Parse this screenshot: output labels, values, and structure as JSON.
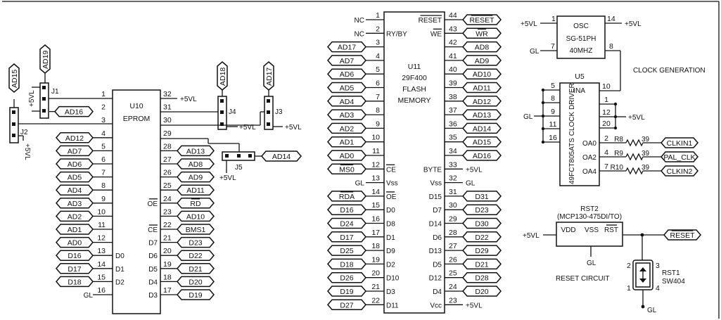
{
  "u10": {
    "ref": "U10",
    "name": "EPROM",
    "left_pins": [
      {
        "num": "1",
        "label": ""
      },
      {
        "num": "2",
        "label": "",
        "net": "AD16"
      },
      {
        "num": "3",
        "label": ""
      },
      {
        "num": "4",
        "label": "",
        "net": "AD12"
      },
      {
        "num": "5",
        "label": "",
        "net": "AD7"
      },
      {
        "num": "6",
        "label": "",
        "net": "AD6"
      },
      {
        "num": "7",
        "label": "",
        "net": "AD5"
      },
      {
        "num": "8",
        "label": "",
        "net": "AD4"
      },
      {
        "num": "9",
        "label": "",
        "net": "AD3"
      },
      {
        "num": "10",
        "label": "",
        "net": "AD2"
      },
      {
        "num": "11",
        "label": "",
        "net": "AD1"
      },
      {
        "num": "12",
        "label": "",
        "net": "AD0"
      },
      {
        "num": "13",
        "label": "D0",
        "net": "D16"
      },
      {
        "num": "14",
        "label": "D1",
        "net": "D17"
      },
      {
        "num": "15",
        "label": "D2",
        "net": "D18"
      },
      {
        "num": "16",
        "label": "",
        "net": "GL"
      }
    ],
    "right_pins": [
      {
        "num": "32",
        "label": "",
        "net": "+5VL"
      },
      {
        "num": "31",
        "label": ""
      },
      {
        "num": "30",
        "label": ""
      },
      {
        "num": "29",
        "label": ""
      },
      {
        "num": "28",
        "label": "",
        "net": "AD13"
      },
      {
        "num": "27",
        "label": "",
        "net": "AD8"
      },
      {
        "num": "26",
        "label": "",
        "net": "AD9"
      },
      {
        "num": "25",
        "label": "",
        "net": "AD11"
      },
      {
        "num": "24",
        "label": "OE",
        "net": "RD",
        "bar": true
      },
      {
        "num": "23",
        "label": "",
        "net": "AD10"
      },
      {
        "num": "22",
        "label": "CE",
        "net": "BMS1",
        "bar": true
      },
      {
        "num": "21",
        "label": "D7",
        "net": "D23"
      },
      {
        "num": "20",
        "label": "D6",
        "net": "D22"
      },
      {
        "num": "19",
        "label": "D5",
        "net": "D21"
      },
      {
        "num": "18",
        "label": "D4",
        "net": "D20"
      },
      {
        "num": "17",
        "label": "D3",
        "net": "D19"
      }
    ]
  },
  "u11": {
    "ref": "U11",
    "part": "29F400",
    "desc1": "FLASH",
    "desc2": "MEMORY",
    "left_pins": [
      {
        "num": "1",
        "label": "",
        "net": "NC"
      },
      {
        "num": "2",
        "label": "RY/BY",
        "net": "NC"
      },
      {
        "num": "3",
        "label": "",
        "net": "AD17"
      },
      {
        "num": "4",
        "label": "",
        "net": "AD7"
      },
      {
        "num": "5",
        "label": "",
        "net": "AD6"
      },
      {
        "num": "6",
        "label": "",
        "net": "AD5"
      },
      {
        "num": "7",
        "label": "",
        "net": "AD4"
      },
      {
        "num": "8",
        "label": "",
        "net": "AD3"
      },
      {
        "num": "9",
        "label": "",
        "net": "AD2"
      },
      {
        "num": "10",
        "label": "",
        "net": "AD1"
      },
      {
        "num": "11",
        "label": "",
        "net": "AD0"
      },
      {
        "num": "12",
        "label": "CE",
        "net": "MS0",
        "bar": true
      },
      {
        "num": "13",
        "label": "Vss",
        "net": "GL"
      },
      {
        "num": "14",
        "label": "OE",
        "net": "RDA",
        "bar": true
      },
      {
        "num": "15",
        "label": "D0",
        "net": "D16"
      },
      {
        "num": "16",
        "label": "D8",
        "net": "D24"
      },
      {
        "num": "17",
        "label": "D1",
        "net": "D17"
      },
      {
        "num": "18",
        "label": "D9",
        "net": "D25"
      },
      {
        "num": "19",
        "label": "D2",
        "net": "D18"
      },
      {
        "num": "20",
        "label": "D10",
        "net": "D26"
      },
      {
        "num": "21",
        "label": "D3",
        "net": "D19"
      },
      {
        "num": "22",
        "label": "D11",
        "net": "D27"
      }
    ],
    "right_pins": [
      {
        "num": "44",
        "label": "RESET",
        "net": "RESET",
        "bar": true
      },
      {
        "num": "43",
        "label": "WE",
        "net": "WR",
        "bar": true
      },
      {
        "num": "42",
        "label": "",
        "net": "AD8"
      },
      {
        "num": "41",
        "label": "",
        "net": "AD9"
      },
      {
        "num": "40",
        "label": "",
        "net": "AD10"
      },
      {
        "num": "39",
        "label": "",
        "net": "AD11"
      },
      {
        "num": "38",
        "label": "",
        "net": "AD12"
      },
      {
        "num": "37",
        "label": "",
        "net": "AD13"
      },
      {
        "num": "36",
        "label": "",
        "net": "AD14"
      },
      {
        "num": "35",
        "label": "",
        "net": "AD15"
      },
      {
        "num": "34",
        "label": "",
        "net": "AD16"
      },
      {
        "num": "33",
        "label": "BYTE",
        "net": "+5VL"
      },
      {
        "num": "32",
        "label": "Vss",
        "net": "GL"
      },
      {
        "num": "31",
        "label": "D15",
        "net": "D31"
      },
      {
        "num": "30",
        "label": "D7",
        "net": "D23"
      },
      {
        "num": "29",
        "label": "D14",
        "net": "D30"
      },
      {
        "num": "28",
        "label": "D6",
        "net": "D22"
      },
      {
        "num": "27",
        "label": "D13",
        "net": "D29"
      },
      {
        "num": "26",
        "label": "D5",
        "net": "D21"
      },
      {
        "num": "25",
        "label": "D12",
        "net": "D28"
      },
      {
        "num": "24",
        "label": "D4",
        "net": "D20"
      },
      {
        "num": "23",
        "label": "Vcc",
        "net": "+5VL"
      }
    ]
  },
  "jumpers": {
    "ad15": "AD15",
    "ad19": "AD19",
    "ad18": "AD18",
    "ad17": "AD17",
    "ad14": "AD14",
    "j1": "J1",
    "j2": "J2",
    "j3": "J3",
    "j4": "J4",
    "j5": "J5",
    "p5vl": "+5VL",
    "p5vl_m": "+5VL"
  },
  "osc": {
    "name": "OSC",
    "part": "SG-51PH",
    "freq": "40MHZ",
    "pin1": "1",
    "pin14": "14",
    "pin7": "7",
    "pin8": "8",
    "net_in": "+5VL",
    "net_out": "+5VL",
    "net_gl": "GL"
  },
  "u5": {
    "ref": "U5",
    "vertical_label": "49FCT805ATS  CLOCK DRIVER",
    "ina": "INA",
    "ina_pin": "10",
    "left_pins": [
      "5",
      "8",
      "9",
      "11",
      "16"
    ],
    "gl": "GL",
    "right_pins": [
      "1",
      "12",
      "20"
    ],
    "plus": "+5VL",
    "outputs": [
      {
        "label": "OA0",
        "pin": "2",
        "res": "R8",
        "val": "39",
        "net": "CLKIN1"
      },
      {
        "label": "OA2",
        "pin": "4",
        "res": "R9",
        "val": "39",
        "net": "PAL_CLK"
      },
      {
        "label": "OA4",
        "pin": "7",
        "res": "R10",
        "val": "39",
        "net": "CLKIN2"
      }
    ]
  },
  "clock_title": "CLOCK GENERATION",
  "reset": {
    "ref": "RST2",
    "part": "(MCP130-475DI/TO)",
    "vdd": "VDD",
    "vss": "VSS",
    "rst": "RST",
    "plus": "+5VL",
    "net_out": "RESET",
    "gl": "GL",
    "title": "RESET CIRCUIT",
    "sw_ref": "RST1",
    "sw_part": "SW404",
    "sw_pins": [
      "2",
      "3",
      "1",
      "4"
    ],
    "sw_gl": "GL"
  }
}
